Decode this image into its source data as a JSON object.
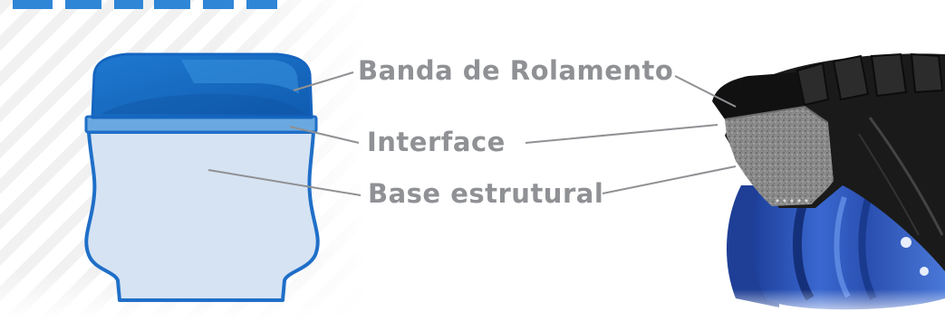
{
  "labels": {
    "banda": "Banda de Rolamento",
    "interface": "Interface",
    "base": "Base estrutural"
  },
  "colors": {
    "tread_dark": "#1565c0",
    "tread_light": "#2f86d6",
    "interface": "#6aa9e0",
    "base_fill": "#d6e3f3",
    "outline": "#1f6fc8",
    "leader": "#8f9194",
    "label": "#8f9194",
    "rim_blue": "#2f56b9",
    "tire_black": "#1a1a1a"
  }
}
